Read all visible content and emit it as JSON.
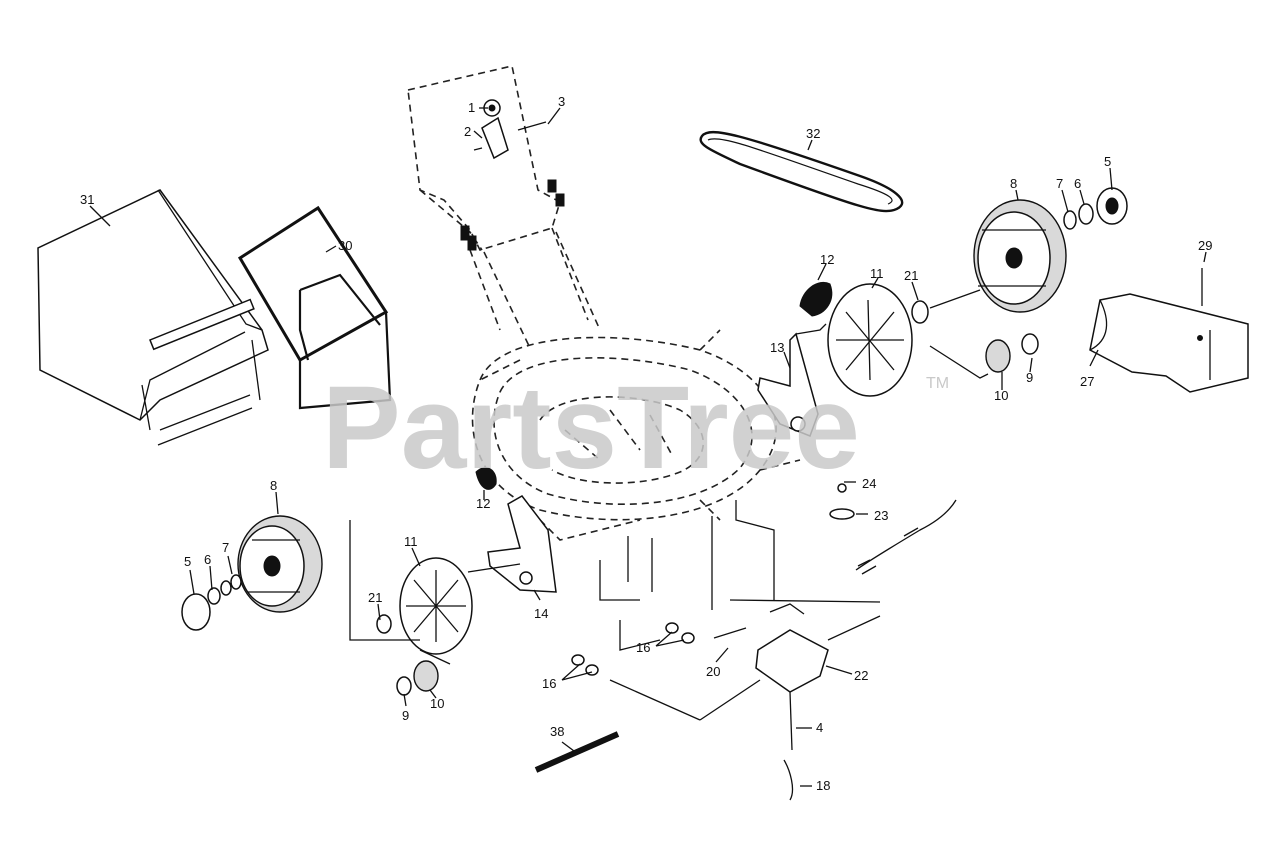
{
  "watermark": {
    "text": "PartsTree",
    "tm": "TM",
    "color": "#c9c9c9"
  },
  "callouts": [
    {
      "id": "c1",
      "text": "1"
    },
    {
      "id": "c2",
      "text": "2"
    },
    {
      "id": "c3",
      "text": "3"
    },
    {
      "id": "c32",
      "text": "32"
    },
    {
      "id": "c31",
      "text": "31"
    },
    {
      "id": "c30",
      "text": "30"
    },
    {
      "id": "c8a",
      "text": "8"
    },
    {
      "id": "c7a",
      "text": "7"
    },
    {
      "id": "c6a",
      "text": "6"
    },
    {
      "id": "c5a",
      "text": "5"
    },
    {
      "id": "c29",
      "text": "29"
    },
    {
      "id": "c12a",
      "text": "12"
    },
    {
      "id": "c11a",
      "text": "11"
    },
    {
      "id": "c21a",
      "text": "21"
    },
    {
      "id": "c13",
      "text": "13"
    },
    {
      "id": "c9a",
      "text": "9"
    },
    {
      "id": "c10a",
      "text": "10"
    },
    {
      "id": "c27",
      "text": "27"
    },
    {
      "id": "c12b",
      "text": "12"
    },
    {
      "id": "c24",
      "text": "24"
    },
    {
      "id": "c23",
      "text": "23"
    },
    {
      "id": "c8b",
      "text": "8"
    },
    {
      "id": "c11b",
      "text": "11"
    },
    {
      "id": "c5b",
      "text": "5"
    },
    {
      "id": "c6b",
      "text": "6"
    },
    {
      "id": "c7b",
      "text": "7"
    },
    {
      "id": "c21b",
      "text": "21"
    },
    {
      "id": "c14",
      "text": "14"
    },
    {
      "id": "c16a",
      "text": "16"
    },
    {
      "id": "c16b",
      "text": "16"
    },
    {
      "id": "c20",
      "text": "20"
    },
    {
      "id": "c22",
      "text": "22"
    },
    {
      "id": "c9b",
      "text": "9"
    },
    {
      "id": "c10b",
      "text": "10"
    },
    {
      "id": "c4",
      "text": "4"
    },
    {
      "id": "c38",
      "text": "38"
    },
    {
      "id": "c18",
      "text": "18"
    }
  ]
}
